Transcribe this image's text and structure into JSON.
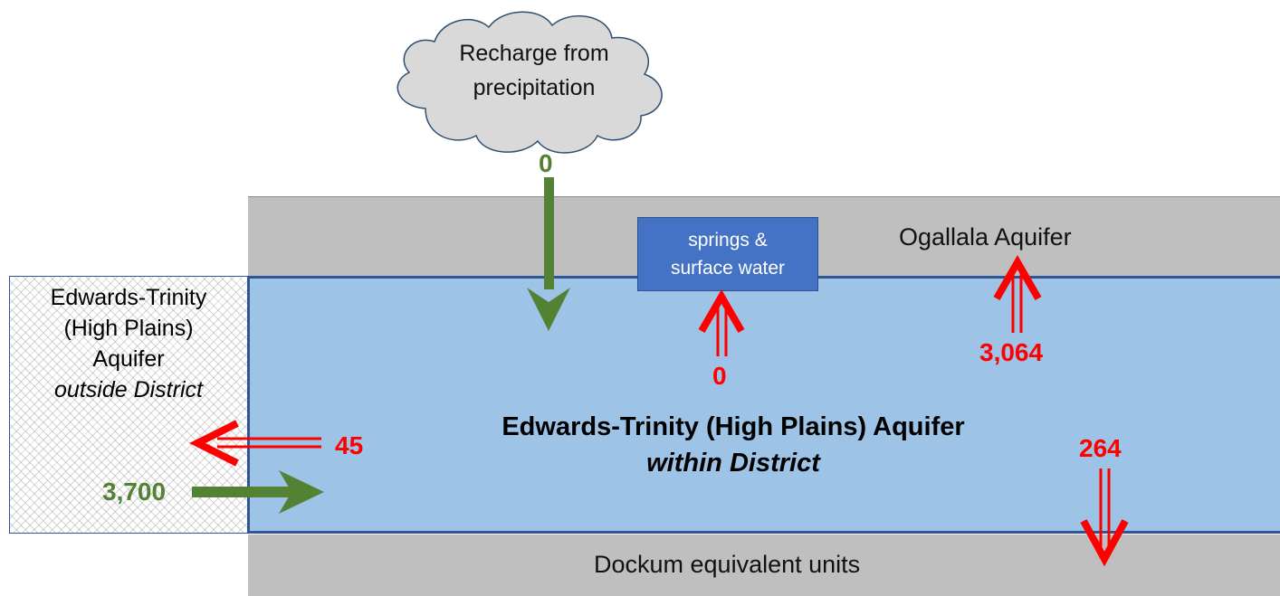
{
  "cloud": {
    "label_line1": "Recharge from",
    "label_line2": "precipitation"
  },
  "layers": {
    "ogallala": "Ogallala Aquifer",
    "dockum": "Dockum equivalent units",
    "springs_line1": "springs &",
    "springs_line2": "surface water"
  },
  "outside": {
    "line1": "Edwards-Trinity",
    "line2": "(High Plains)",
    "line3": "Aquifer",
    "line4": "outside District"
  },
  "main": {
    "title_line1": "Edwards-Trinity (High Plains) Aquifer",
    "title_line2": "within District"
  },
  "flows": {
    "recharge": "0",
    "springs": "0",
    "to_ogallala": "3,064",
    "to_outside": "45",
    "from_outside": "3,700",
    "to_dockum": "264"
  },
  "colors": {
    "outflow": "#ff0000",
    "inflow": "#548235",
    "aquifer_fill": "#9dc3e6",
    "aquifer_border": "#2f5597",
    "confining_layer": "#bfbfbf",
    "springs_box": "#4472c4",
    "cloud_fill": "#d9d9d9"
  }
}
